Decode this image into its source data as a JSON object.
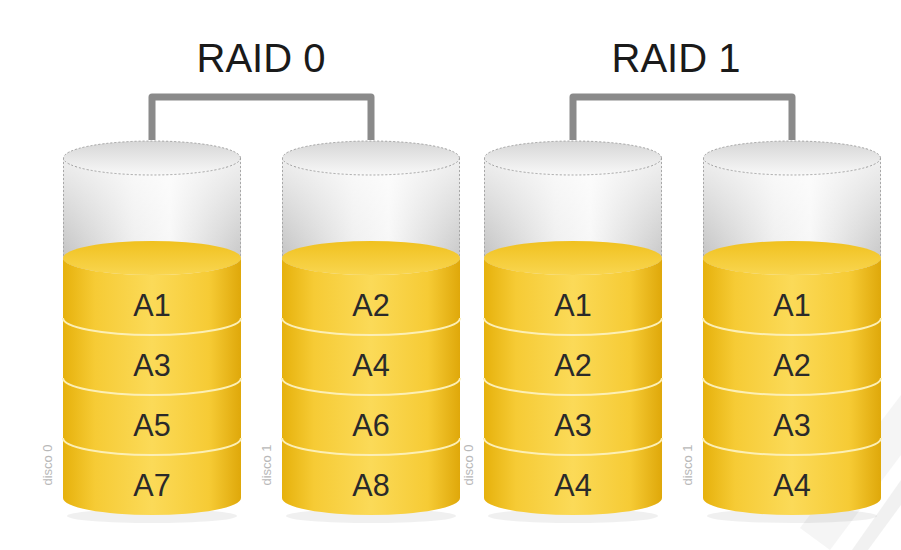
{
  "diagram": {
    "nodes": [
      {
        "text": [
          "disco 0"
        ]
      },
      {
        "text": [
          "A1"
        ],
        "in": 0
      },
      {
        "text": [
          "A3"
        ],
        "in": 0
      },
      {
        "text": [
          "A5"
        ],
        "in": 0
      },
      {
        "text": [
          "A7"
        ],
        "in": 0
      },
      {
        "text": [
          "disco 1"
        ]
      },
      {
        "text": [
          "A2"
        ],
        "in": 5
      },
      {
        "text": [
          "A4"
        ],
        "in": 5
      },
      {
        "text": [
          "A6"
        ],
        "in": 5
      },
      {
        "text": [
          "A8"
        ],
        "in": 5
      },
      {
        "text": [
          "disco 0"
        ]
      },
      {
        "text": [
          "A1"
        ],
        "in": 10
      },
      {
        "text": [
          "A2"
        ],
        "in": 10
      },
      {
        "text": [
          "A3"
        ],
        "in": 10
      },
      {
        "text": [
          "A4"
        ],
        "in": 10
      },
      {
        "text": [
          "disco 1"
        ]
      },
      {
        "text": [
          "A1"
        ],
        "in": 15
      },
      {
        "text": [
          "A2"
        ],
        "in": 15
      },
      {
        "text": [
          "A3"
        ],
        "in": 15
      },
      {
        "text": [
          "A4"
        ],
        "in": 15
      }
    ],
    "edges": [
      {
        "from": 0,
        "to": 5,
        "arrow": "none"
      },
      {
        "from": 10,
        "to": 15,
        "arrow": "none"
      }
    ],
    "labels": [
      "RAID 0",
      "RAID 1"
    ]
  }
}
